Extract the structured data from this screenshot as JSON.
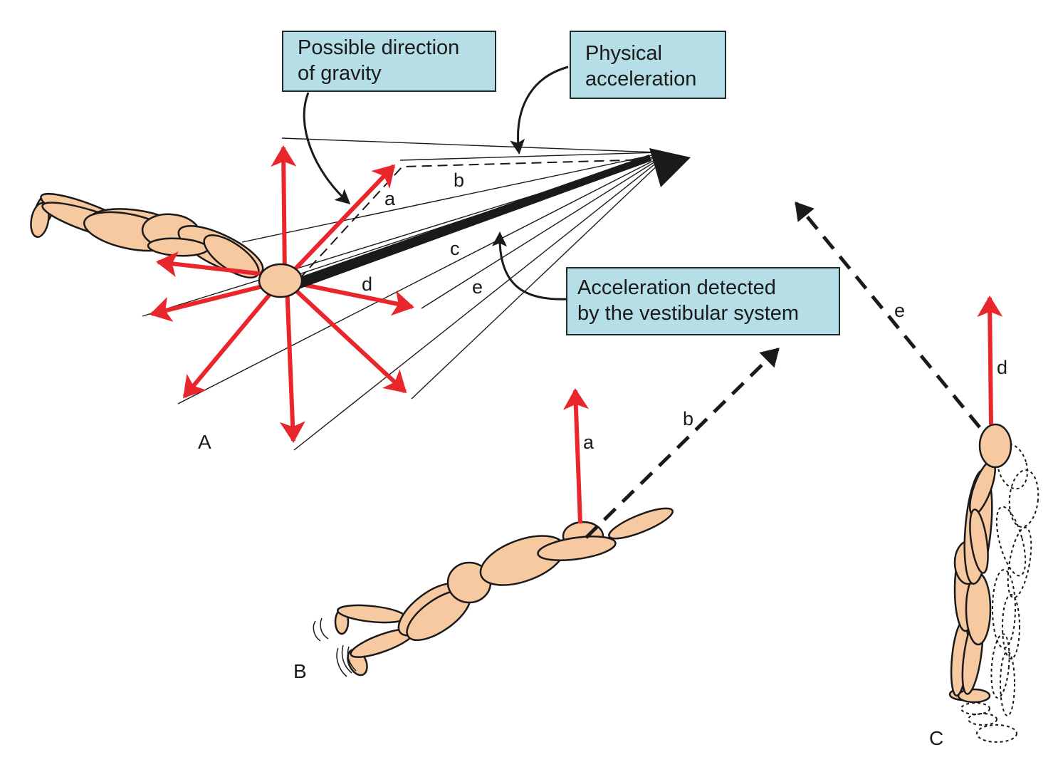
{
  "callouts": {
    "gravity": {
      "line1": "Possible direction",
      "line2": "of gravity"
    },
    "physical": {
      "line1": "Physical",
      "line2": "acceleration"
    },
    "vestibular": {
      "line1": "Acceleration detected",
      "line2": "by the vestibular system"
    }
  },
  "figure_labels": {
    "A": "A",
    "B": "B",
    "C": "C"
  },
  "vector_labels": {
    "panel_A": {
      "a": "a",
      "b": "b",
      "c": "c",
      "d": "d",
      "e": "e"
    },
    "panel_B": {
      "a": "a",
      "b": "b"
    },
    "panel_C": {
      "d": "d",
      "e": "e"
    }
  },
  "colors": {
    "gravity_vector": "#e8262b",
    "resultant_vector": "#1a1a1a",
    "callout_fill": "#b5dee7",
    "body_fill": "#f6c9a0",
    "outline": "#1a1a1a"
  }
}
